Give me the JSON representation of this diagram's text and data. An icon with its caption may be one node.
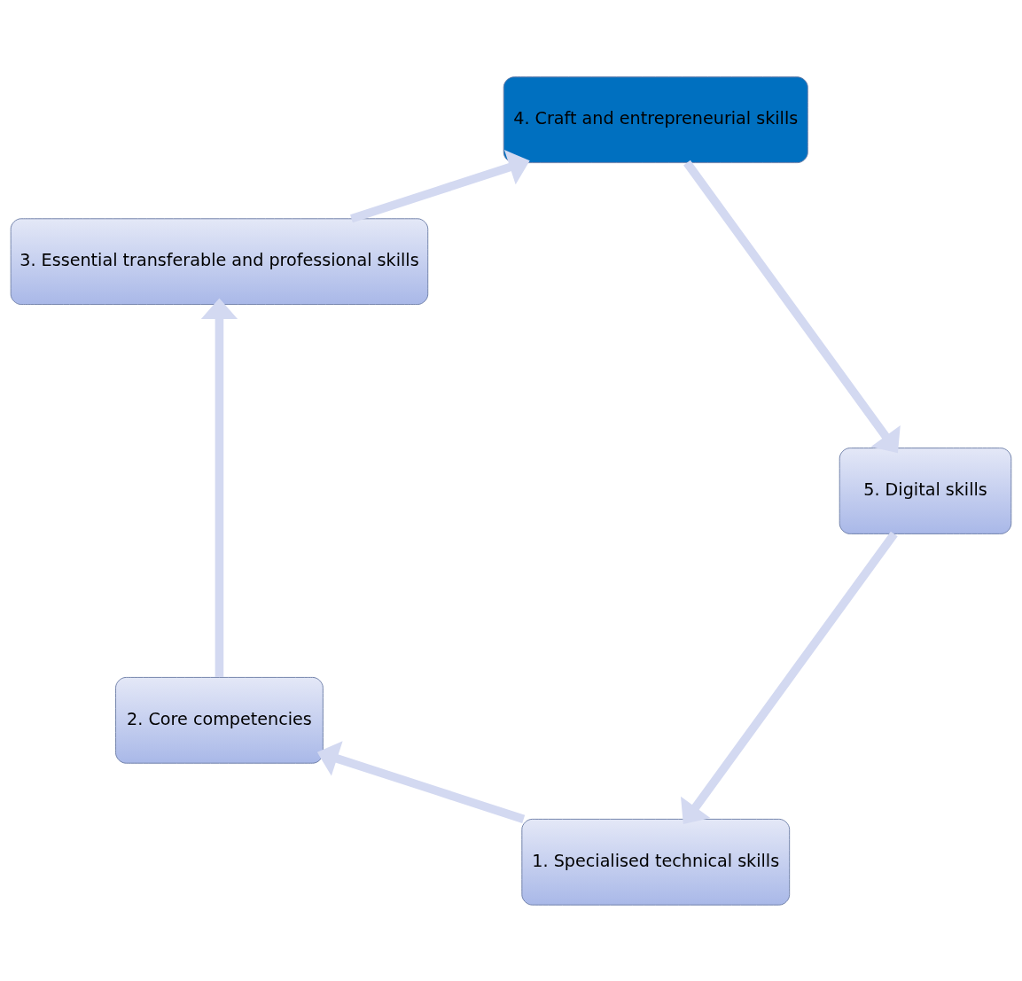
{
  "diagram": {
    "nodes": [
      {
        "text": [
          "1. Specialised technical skills"
        ]
      },
      {
        "text": [
          "2. Core competencies"
        ]
      },
      {
        "text": [
          "3. Essential transferable and professional skills"
        ]
      },
      {
        "text": [
          "4. Craft and entrepreneurial skills"
        ]
      },
      {
        "text": [
          "5. Digital skills"
        ]
      }
    ],
    "edges": [
      {
        "from": 0,
        "to": 1,
        "arrow": "to"
      },
      {
        "from": 1,
        "to": 2,
        "arrow": "to"
      },
      {
        "from": 2,
        "to": 3,
        "arrow": "to"
      },
      {
        "from": 3,
        "to": 4,
        "arrow": "to"
      },
      {
        "from": 4,
        "to": 0,
        "arrow": "to"
      }
    ]
  }
}
